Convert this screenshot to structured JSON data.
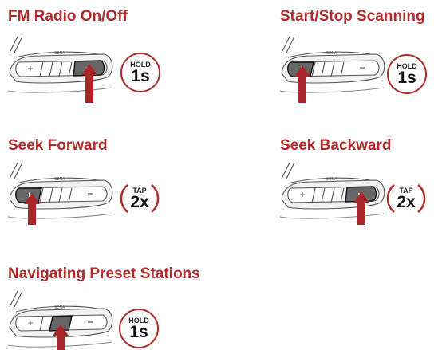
{
  "sections": [
    {
      "title": "FM Radio On/Off",
      "action": "HOLD",
      "amount": "1s",
      "brand": "SENA"
    },
    {
      "title": "Start/Stop Scanning",
      "action": "HOLD",
      "amount": "1s",
      "brand": "SENA"
    },
    {
      "title": "Seek Forward",
      "action": "TAP",
      "amount": "2x",
      "brand": "SENA"
    },
    {
      "title": "Seek Backward",
      "action": "TAP",
      "amount": "2x",
      "brand": "SENA"
    },
    {
      "title": "Navigating Preset Stations",
      "action": "HOLD",
      "amount": "1s",
      "brand": "SENA"
    }
  ],
  "colors": {
    "accent": "#b02a2a",
    "arrow": "#a8262a",
    "text": "#111111"
  }
}
